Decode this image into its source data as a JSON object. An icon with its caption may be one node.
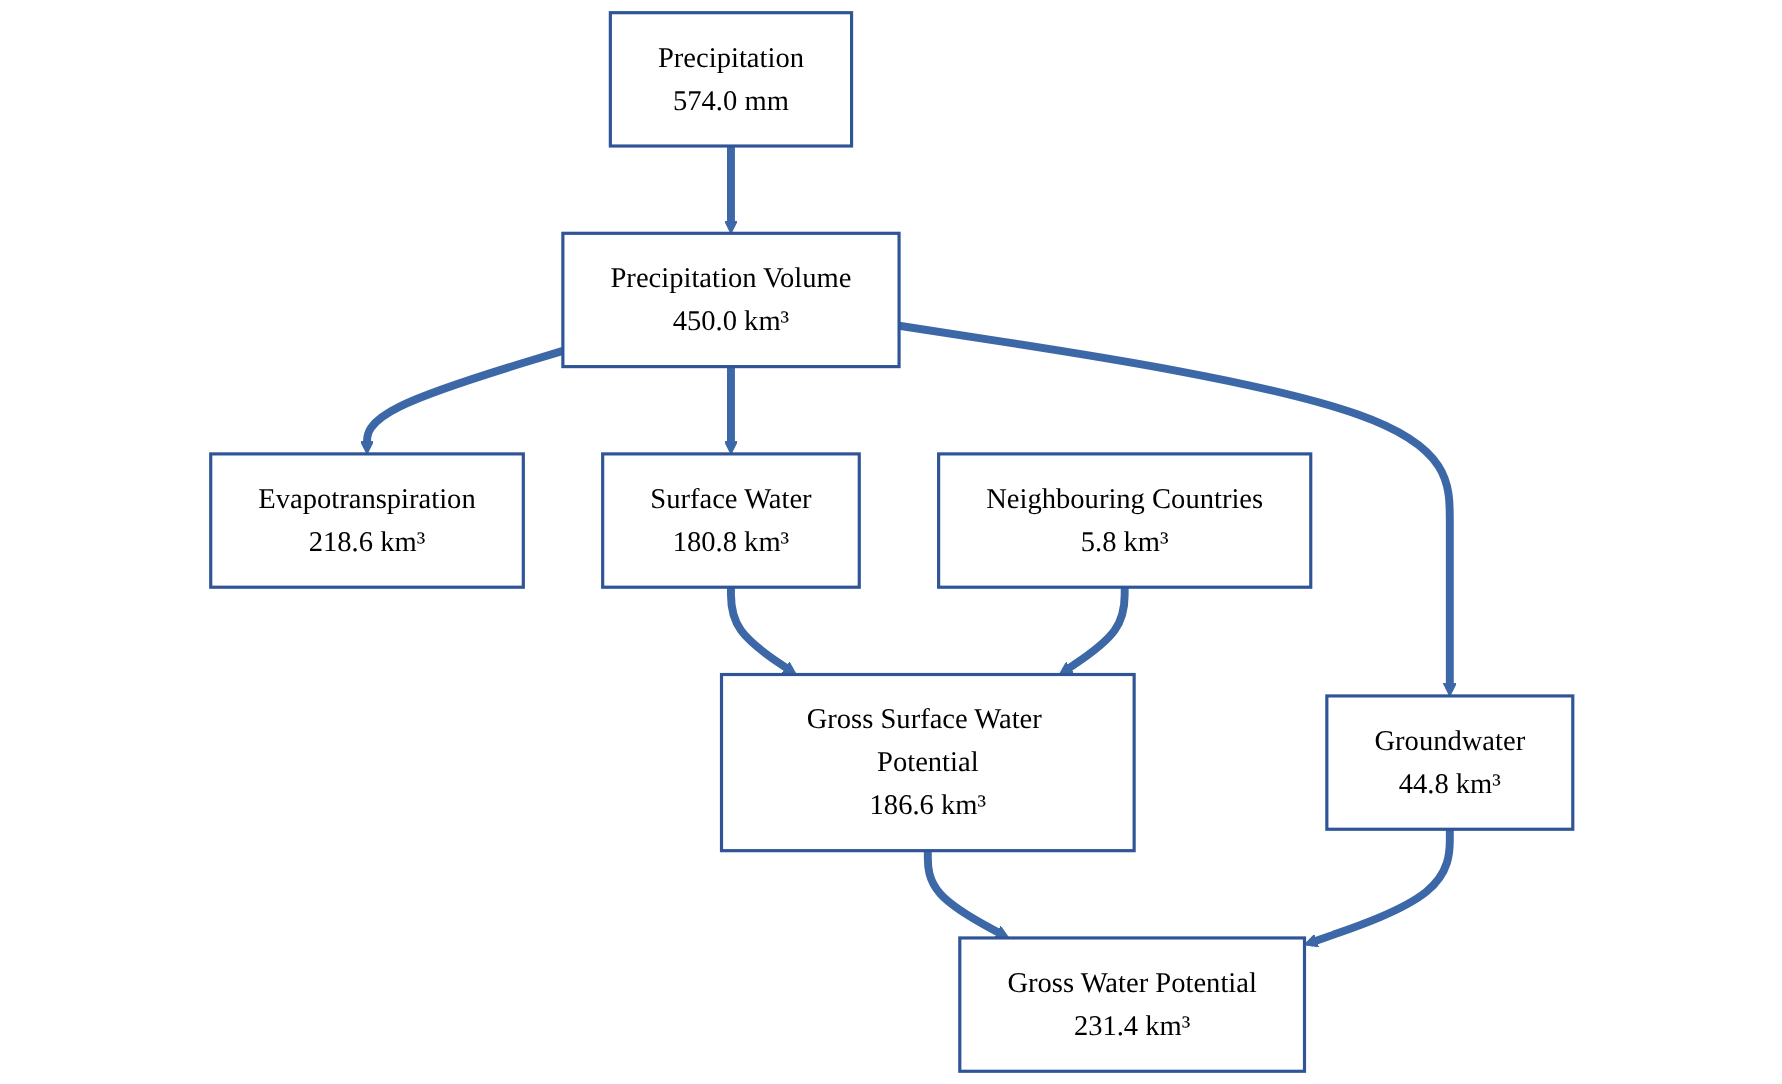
{
  "diagram": {
    "nodes": [
      {
        "text": [
          "Precipitation",
          "574.0 mm"
        ]
      },
      {
        "text": [
          "Precipitation Volume",
          "450.0 km³"
        ]
      },
      {
        "text": [
          "Evapotranspiration",
          "218.6 km³"
        ]
      },
      {
        "text": [
          "Surface Water",
          "180.8 km³"
        ]
      },
      {
        "text": [
          "Groundwater",
          "44.8 km³"
        ]
      },
      {
        "text": [
          "Neighbouring Countries",
          "5.8 km³"
        ]
      },
      {
        "text": [
          "Gross Surface Water Potential",
          "186.6 km³"
        ]
      },
      {
        "text": [
          "Gross Water Potential",
          "231.4 km³"
        ]
      }
    ],
    "edges": [
      {
        "from": 0,
        "to": 1,
        "arrow": "to"
      },
      {
        "from": 1,
        "to": 2,
        "arrow": "to"
      },
      {
        "from": 1,
        "to": 3,
        "arrow": "to"
      },
      {
        "from": 1,
        "to": 4,
        "arrow": "to"
      },
      {
        "from": 3,
        "to": 6,
        "arrow": "to"
      },
      {
        "from": 5,
        "to": 6,
        "arrow": "to"
      },
      {
        "from": 6,
        "to": 7,
        "arrow": "to"
      },
      {
        "from": 4,
        "to": 7,
        "arrow": "to"
      }
    ]
  }
}
